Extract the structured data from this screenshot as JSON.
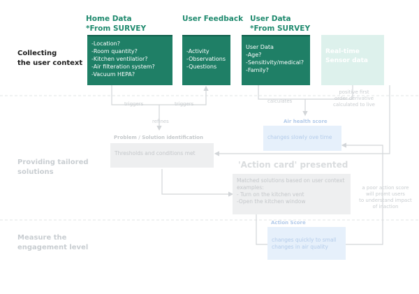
{
  "row_labels": {
    "collecting": "Collecting\nthe user context",
    "providing": "Providing tailored\nsolutions",
    "measure": "Measure the\nengagement level"
  },
  "columns": {
    "home_data": "Home Data\n*From SURVEY",
    "user_feedback": "User Feedback",
    "user_data": "User Data\n*From SURVEY"
  },
  "boxes": {
    "home_data": "-Location?\n-Room quantity?\n-Kitchen ventilatior?\n-Air filteration system?\n-Vacuum HEPA?",
    "user_feedback": "-Activity\n-Observations\n-Questions",
    "user_data": "User Data\n-Age?\n-Sensitivity/medical?\n-Family?",
    "sensor": "Real-time\nSensor data",
    "problem_body": "Thresholds and conditions met",
    "air_health_body": "changes slowly ove time",
    "action_card_body": "Matched solutions based on user context\nexamples:\n- Turn on the kitchen vent\n-Open the kitchen window",
    "action_score_body": "changes quickly to small\nchanges in air quality"
  },
  "titles": {
    "problem": "Problem / Solution identification",
    "air_health": "Air health score",
    "action_card": "'Action card' presented",
    "action_score": "Action Score"
  },
  "annotations": {
    "triggers_1": "triggers",
    "triggers_2": "triggers",
    "refines": "refines",
    "calculates": "calculates",
    "derivative": "positive first\norder derivative\ncalculated to live",
    "poor_action": "a poor action score\nwill promt users\nto understand impact\nof inaction"
  },
  "colors": {
    "dark_green": "#1f7f66",
    "header_green": "#1f8a6e",
    "mint": "#ddf1ec",
    "grey_box": "#eeeff0",
    "blue_box": "#e6f0fb",
    "line": "#d2d5d8"
  }
}
